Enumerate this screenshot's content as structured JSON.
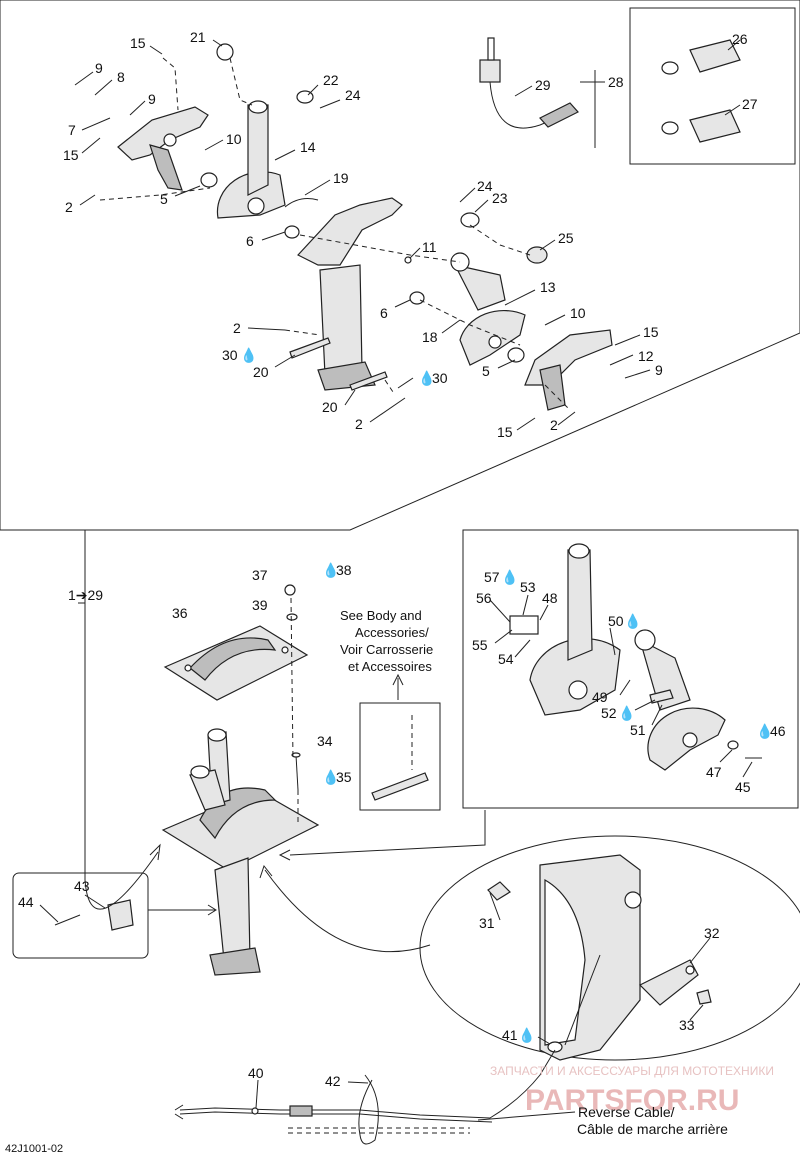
{
  "labels": {
    "c1": "1",
    "c2": "2",
    "c5": "5",
    "c6": "6",
    "c7": "7",
    "c8": "8",
    "c9": "9",
    "c10": "10",
    "c11": "11",
    "c12": "12",
    "c13": "13",
    "c14": "14",
    "c15": "15",
    "c18": "18",
    "c19": "19",
    "c20": "20",
    "c21": "21",
    "c22": "22",
    "c23": "23",
    "c24": "24",
    "c25": "25",
    "c26": "26",
    "c27": "27",
    "c28": "28",
    "c29": "29",
    "c30": "30",
    "c31": "31",
    "c32": "32",
    "c33": "33",
    "c34": "34",
    "c35": "35",
    "c36": "36",
    "c37": "37",
    "c38": "38",
    "c39": "39",
    "c40": "40",
    "c41": "41",
    "c42": "42",
    "c43": "43",
    "c44": "44",
    "c45": "45",
    "c46": "46",
    "c47": "47",
    "c48": "48",
    "c49": "49",
    "c50": "50",
    "c51": "51",
    "c52": "52",
    "c53": "53",
    "c54": "54",
    "c55": "55",
    "c56": "56",
    "c57": "57"
  },
  "range_label": "1➔29",
  "notes": {
    "see_body_1": "See Body and",
    "see_body_2": "Accessories/",
    "see_body_3": "Voir Carrosserie",
    "see_body_4": "et Accessoires",
    "reverse_1": "Reverse Cable/",
    "reverse_2": "Câble de marche arrière"
  },
  "figure_id": "42J1001-02",
  "watermark": {
    "line1": "ЗАПЧАСТИ И АКСЕССУАРЫ ДЛЯ МОТОТЕХНИКИ",
    "line2": "PARTSFOR.RU"
  },
  "colors": {
    "ink": "#222222",
    "watermark": "#e9b8b8"
  }
}
